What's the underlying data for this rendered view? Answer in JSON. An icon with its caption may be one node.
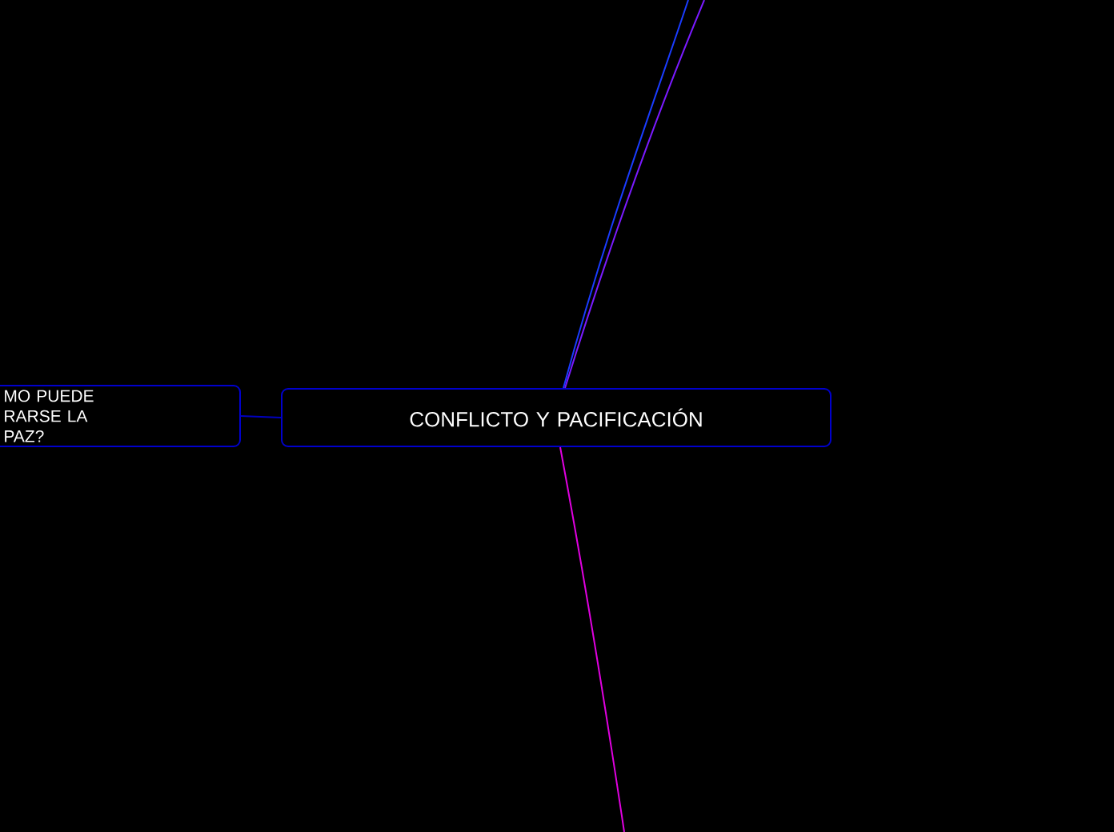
{
  "diagram": {
    "nodes": [
      {
        "text": [
          "CONFLICTO Y PACIFICACIÓN"
        ]
      },
      {
        "text": [
          "MO PUEDE RARSE LA PAZ?"
        ]
      }
    ],
    "edges": [
      {
        "from": 0,
        "to": 1,
        "arrow": "none"
      },
      {
        "from": 0,
        "to": null,
        "arrow": "none",
        "color": "#1a3cff"
      },
      {
        "from": 0,
        "to": null,
        "arrow": "none",
        "color": "#7a1aff"
      },
      {
        "from": 0,
        "to": null,
        "arrow": "none",
        "color": "#e000e0"
      }
    ]
  }
}
